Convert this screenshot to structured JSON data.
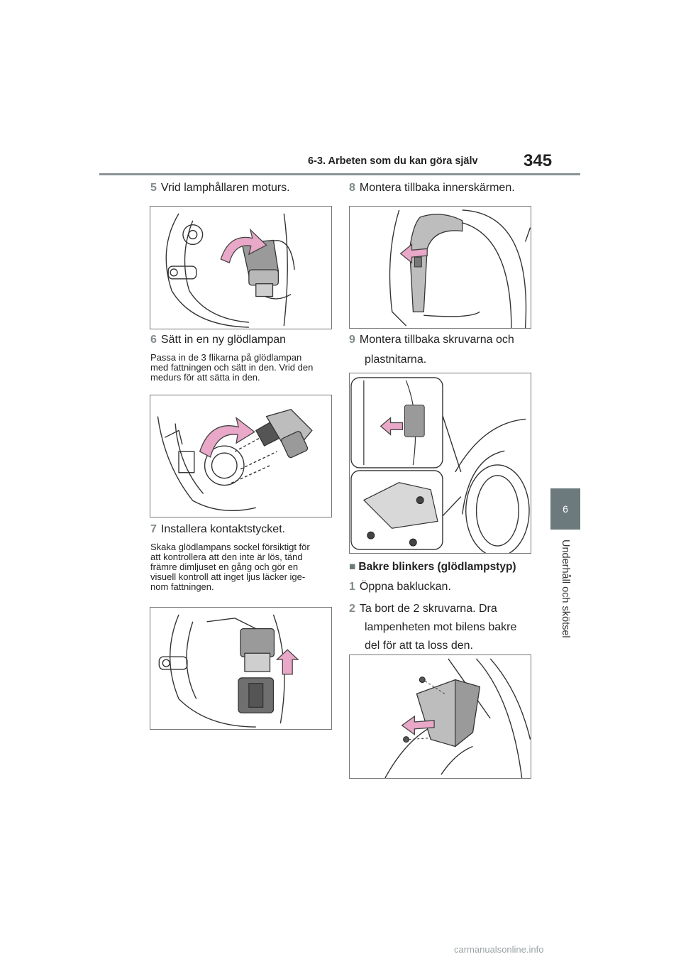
{
  "header": {
    "section": "6-3. Arbeten som du kan göra själv",
    "page_number": "345"
  },
  "side_tab": {
    "chapter": "6",
    "label": "Underhåll och skötsel"
  },
  "left": {
    "step5": {
      "num": "5",
      "text": "Vrid lamphållaren moturs."
    },
    "step6": {
      "num": "6",
      "text": "Sätt in en ny glödlampan",
      "note_lines": [
        "Passa in de 3 flikarna på glödlampan",
        "med fattningen och sätt in den. Vrid den",
        "medurs för att sätta in den."
      ]
    },
    "step7": {
      "num": "7",
      "text": "Installera kontaktstycket.",
      "note_lines": [
        "Skaka glödlampans sockel försiktigt för",
        "att kontrollera att den inte är lös, tänd",
        "främre dimljuset en gång och gör en",
        "visuell kontroll att inget ljus läcker ige-",
        "nom fattningen."
      ]
    }
  },
  "right": {
    "step8": {
      "num": "8",
      "text": "Montera tillbaka innerskärmen."
    },
    "step9": {
      "num": "9",
      "lines": [
        "Montera tillbaka skruvarna och",
        "plastnitarna."
      ]
    },
    "subheading": "Bakre blinkers (glödlampstyp)",
    "step1": {
      "num": "1",
      "text": "Öppna bakluckan."
    },
    "step2": {
      "num": "2",
      "lines": [
        "Ta bort de 2 skruvarna. Dra",
        "lampenheten mot bilens bakre",
        "del för att ta loss den."
      ]
    }
  },
  "watermark": "carmanualsonline.info",
  "colors": {
    "accent_gray": "#6d7a7d",
    "arrow_fill": "#e9a8c8",
    "arrow_stroke": "#444444",
    "part_gray": "#9a9a9a"
  }
}
